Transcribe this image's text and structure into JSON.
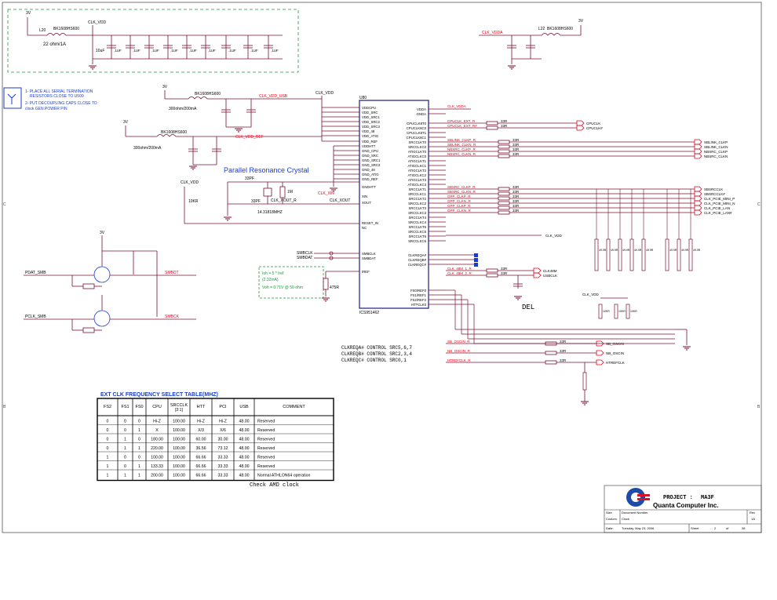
{
  "notes": {
    "line1": "1- PLACE ALL SERIAL TERMINATION",
    "line1b": "RESISTORS CLOSE TO U500",
    "line2": "2- PUT DECOUPLING CAPS CLOSE TO",
    "line2b": "clock GEN.POWER PIN"
  },
  "power": {
    "left_clk_vdd": "CLK_VDD",
    "left_3v": "3V",
    "left_ferrite": "BK1608HS600",
    "left_ferrite_ref": "L20",
    "left_rating": "22 ohm/1A",
    "right_clk_vdda": "CLK_VDDA",
    "right_ferrite": "BK1608HS600",
    "right_ferrite_ref": "L22",
    "cap_values": [
      ".1UF",
      ".1UF",
      ".1UF",
      ".1UF",
      ".1UF",
      ".1UF",
      ".1UF",
      ".1UF",
      ".1UF"
    ],
    "bulk_cap": "10uF",
    "usb_rail": "CLK_VDD_USB",
    "ref_rail": "CLK_VDD_REF",
    "rating_300": "300ohm/200mA",
    "rating_300b": "300ohm/200mA"
  },
  "crystal": {
    "title": "Parallel Resonance Crystal",
    "freq": "14.31818MHZ",
    "cap": "33PF",
    "xin": "CLK_XIN",
    "xout": "CLK_XOUT_R",
    "xout2": "CLK_XOUT",
    "res": "1M"
  },
  "ic": {
    "ref": "U80",
    "part": "ICS951462",
    "left_pins": [
      "VDDCPU",
      "VDD_SRC",
      "VDD_SRC1",
      "VDD_SRC2",
      "VDD_SRC3",
      "VDD_48",
      "VDD_ATIG",
      "VDD_REF",
      "VDDHTT",
      "GND_CPU",
      "GND_SRC",
      "GND_SRC1",
      "GND_SRC2",
      "GND_48",
      "GND_ATIG",
      "GND_REF",
      "GNDHTT",
      "XIN",
      "XOUT",
      "RESET_IN",
      "NC",
      "SMBCLK",
      "SMBDAT",
      "IREF"
    ],
    "right_pins": [
      "VDDA",
      "GNDA",
      "CPUCLK8T0",
      "CPUCLK8C0",
      "CPUCLK8T1",
      "CPUCLK8C1",
      "SRCCLKT0",
      "SRCCLKC0",
      "ATIGCLKT0",
      "ATIGCLKC0",
      "ATIGCLKT1",
      "ATIGCLKC1",
      "ATIGCLKT2",
      "ATIGCLKC2",
      "ATIGCLKT3",
      "ATIGCLKC3",
      "SRCCLKT1",
      "SRCCLKC1",
      "SRCCLKT2",
      "SRCCLKC2",
      "SRCCLKT3",
      "SRCCLKC3",
      "SRCCLKT4",
      "SRCCLKC4",
      "SRCCLKT5",
      "SRCCLKC5",
      "SRCCLKT6",
      "SRCCLKC6",
      "CLKREQA#",
      "CLKREQB#",
      "CLKREQC#",
      "FS0/REF0",
      "FS1/REF1",
      "FS2/REF2",
      "HTTCLK0"
    ]
  },
  "nets": {
    "cpu": [
      "CPUCLK_EXT_R",
      "CPUCLK_EXT_R#"
    ],
    "cpu_out": [
      "CPUCLK",
      "CPUCLK#"
    ],
    "sb": [
      "SBLINK_CLKP_R",
      "SBLINK_CLKN_R",
      "NBSRC_CLKP_R",
      "NBSRC_CLKN_R"
    ],
    "sb_out": [
      "SBLINK_CLKP",
      "SBLINK_CLKN",
      "NBSRC_CLKP",
      "NBSRC_CLKN"
    ],
    "gfx": [
      "SBSRC_CLKP_R",
      "SBSRC_CLKN_R",
      "GPP_CLKP_R",
      "GPP_CLKN_R",
      "GPP_CLKP_R",
      "GPP_CLKN_R"
    ],
    "gfx_out": [
      "SBSRCCLK",
      "SBSRCCLK#",
      "CLK_PCIE_MINI_P",
      "CLK_PCIE_MINI_N",
      "CLK_PCIE_LAN",
      "CLK_PCIE_LAN#"
    ],
    "usb": [
      "CLK_48M_1_R",
      "CLK_48M_2_R"
    ],
    "usb_out": [
      "CLK48M",
      "USBCLK"
    ],
    "ref": [
      "SB_OSCIN_R",
      "NB_OSCIN_R",
      "HTREFCLK_R"
    ],
    "ref_out": [
      "SB_OSCIN",
      "NB_OSCIN",
      "HTREFCLK"
    ],
    "smb": [
      "SMBCLK",
      "SMBDAT"
    ],
    "smb_left": [
      "PDAT_SMB",
      "PCLK_SMB"
    ],
    "smb_right": [
      "SMBDT",
      "SMBCK"
    ],
    "res_33": "33R",
    "res_49": "49.9R",
    "res_10k": "10KR",
    "del": "DEL"
  },
  "iref": {
    "ioh": "Ioh = 5 * Iref",
    "ioh2": "(2.32mA)",
    "voh": "Voh = 0.71V @ 50 ohm",
    "res": "475R"
  },
  "clkreq": [
    "CLKREQA# CONTROL SRC5,6,7",
    "CLKREQB# CONTROL SRC2,3,4",
    "CLKREQC# CONTROL SRC0,1"
  ],
  "footer_note": "Check AMD clock",
  "table": {
    "title": "EXT CLK FREQUENCY SELECT TABLE(MHZ)",
    "headers": [
      "FS2",
      "FS1",
      "FS0",
      "CPU",
      "SRCCLK [2:1]",
      "HTT",
      "PCI",
      "USB",
      "COMMENT"
    ],
    "rows": [
      [
        "0",
        "0",
        "0",
        "Hi-Z",
        "100.00",
        "Hi-Z",
        "Hi-Z",
        "48.00",
        "Reserved"
      ],
      [
        "0",
        "0",
        "1",
        "X",
        "100.00",
        "X/3",
        "X/6",
        "48.00",
        "Reserved"
      ],
      [
        "0",
        "1",
        "0",
        "180.00",
        "100.00",
        "60.00",
        "30.00",
        "48.00",
        "Reserved"
      ],
      [
        "0",
        "1",
        "1",
        "220.00",
        "100.00",
        "36.56",
        "73.12",
        "48.00",
        "Reserved"
      ],
      [
        "1",
        "0",
        "0",
        "100.00",
        "100.00",
        "66.66",
        "33.33",
        "48.00",
        "Reserved"
      ],
      [
        "1",
        "0",
        "1",
        "133.33",
        "100.00",
        "66.66",
        "33.33",
        "48.00",
        "Reserved"
      ],
      [
        "1",
        "1",
        "1",
        "200.00",
        "100.00",
        "66.66",
        "33.33",
        "48.00",
        "Normal ATHLON64 operation"
      ]
    ]
  },
  "title_block": {
    "project_label": "PROJECT :",
    "project": "MA3F",
    "company": "Quanta Computer Inc.",
    "size_label": "Size",
    "docnum_label": "Document Number",
    "rev_label": "Rev",
    "rev": "1A",
    "custom": "Custom",
    "doc": "Clock",
    "date_label": "Date:",
    "date": "Tuesday, May 23, 2006",
    "sheet_label": "Sheet",
    "sheet": "2",
    "of": "of",
    "total": "38"
  },
  "colors": {
    "wire": "#7a1030",
    "net": "#e0001a",
    "text": "#000000",
    "green": "#1a9a3a",
    "blue": "#1a3cd0",
    "logo": "#1e4aa8",
    "logo_red": "#d8102a"
  }
}
